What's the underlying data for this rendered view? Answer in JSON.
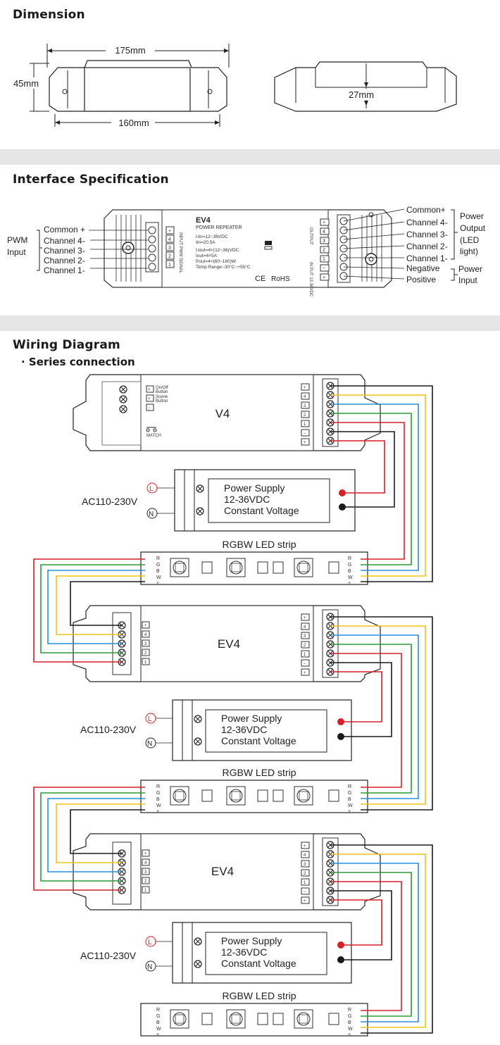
{
  "dimension": {
    "title": "Dimension",
    "length_overall": "175mm",
    "length_mount": "160mm",
    "width": "45mm",
    "height": "27mm"
  },
  "interface": {
    "title": "Interface Specification",
    "model": "EV4",
    "subtitle": "POWER REPEATER",
    "specs": [
      "Uin=12~36VDC",
      "Iin=20.5A",
      "Uout=4×(12~36)VDC",
      "Iout=4×5A",
      "Pout=4×(60~180)W",
      "Temp Range:-30°C~+55°C"
    ],
    "ce": "CE",
    "rohs": "RoHS",
    "pwm_input": "PWM\nInput",
    "left_labels": [
      "Common +",
      "Channel 4-",
      "Channel 3-",
      "Channel 2-",
      "Channel 1-"
    ],
    "right_labels": [
      "Common+",
      "Channel 4-",
      "Channel 3-",
      "Channel 2-",
      "Channel 1-",
      "Negative",
      "Positive"
    ],
    "power_output": "Power Output (LED light)",
    "power_input": "Power Input",
    "input_pwm_signal": "INPUT PWM SIGNAL",
    "output": "OUTPUT",
    "in_put": "IN PUT 12-36VDC"
  },
  "wiring": {
    "title": "Wiring Diagram",
    "subtitle": "· Series connection",
    "controller": "V4",
    "repeater_1": "EV4",
    "repeater_2": "EV4",
    "onoff": "On/Off Button",
    "scene": "Scene Button",
    "match": "MATCH",
    "ac": "AC110-230V",
    "power_supply": [
      "Power Supply",
      "12-36VDC",
      "Constant Voltage"
    ],
    "strip": "RGBW LED strip",
    "strip_pins": [
      "R",
      "G",
      "B",
      "W",
      "+"
    ],
    "L": "L",
    "N": "N"
  },
  "colors": {
    "red": "#d6202a",
    "green": "#2a9a3a",
    "blue": "#2a8fd6",
    "yellow": "#f2c21a",
    "black": "#1a1a1a"
  }
}
